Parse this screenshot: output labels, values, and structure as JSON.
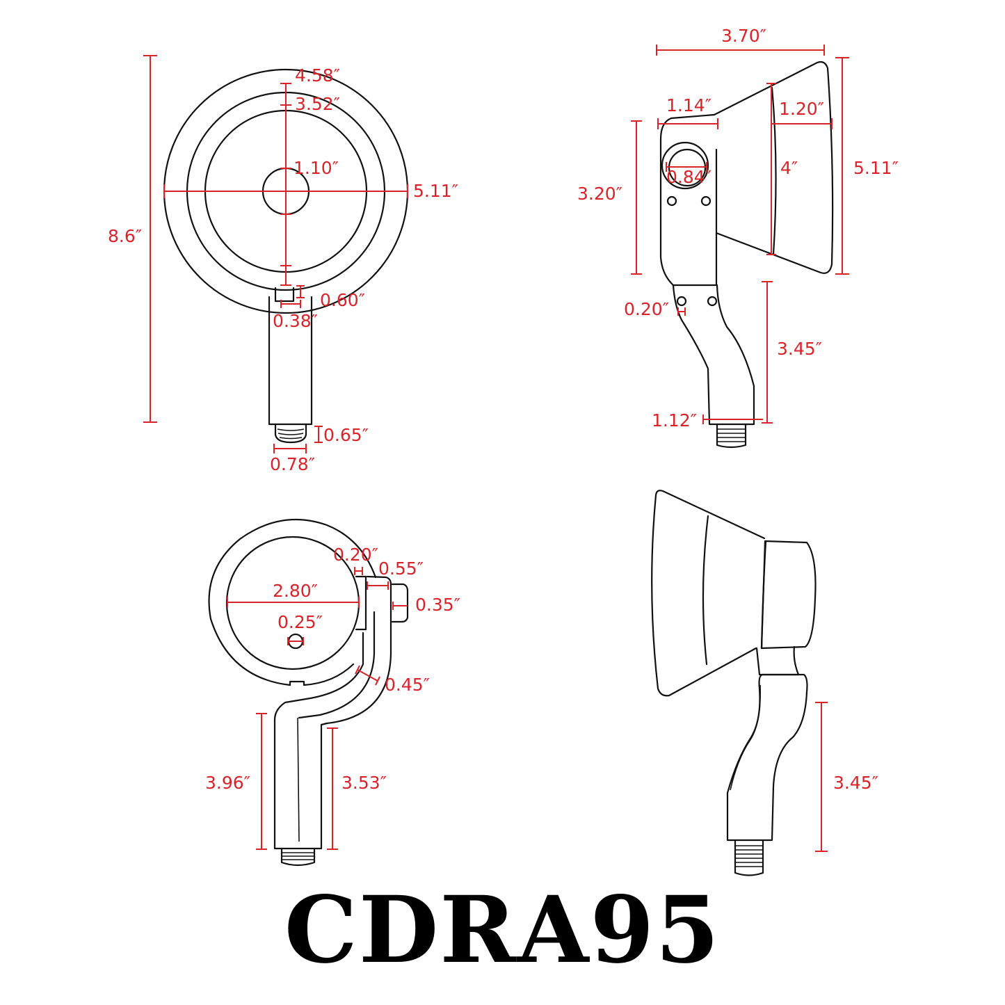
{
  "title": "CDRA95",
  "colors": {
    "dimension": "#d8232a",
    "outline": "#111111",
    "background": "#ffffff"
  },
  "views": {
    "front": {
      "dimensions": {
        "overall_height": "8.6″",
        "outer_diameter": "5.11″",
        "ring_diameter": "4.58″",
        "lens_diameter": "3.52″",
        "center_diameter": "1.10″",
        "neck_height": "0.60″",
        "neck_width": "0.38″",
        "thread_height": "0.65″",
        "thread_width": "0.78″"
      }
    },
    "side": {
      "dimensions": {
        "overall_depth": "3.70″",
        "knuckle_width": "1.14″",
        "hood_depth": "1.20″",
        "hood_height": "5.11″",
        "lens_height": "4″",
        "knuckle_height": "3.20″",
        "pivot_diameter": "0.84″",
        "screw_hole": "0.20″",
        "stem_height": "3.45″",
        "stem_width": "1.12″"
      }
    },
    "top": {
      "dimensions": {
        "inner_diameter": "2.80″",
        "hole_diameter": "0.25″",
        "gap_a": "0.20″",
        "gap_b": "0.55″",
        "tab_width": "0.35″",
        "arm_width": "0.45″",
        "stem_outer_height": "3.96″",
        "stem_inner_height": "3.53″"
      }
    },
    "rear": {
      "dimensions": {
        "stem_height": "3.45″"
      }
    }
  }
}
